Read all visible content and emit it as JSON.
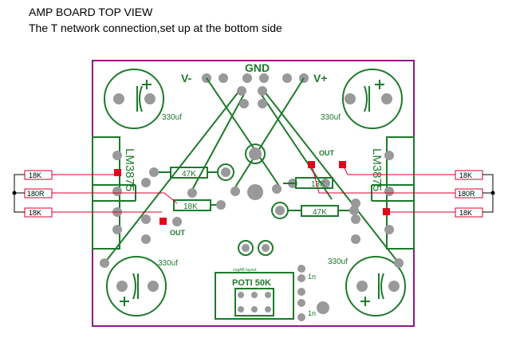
{
  "title": "AMP BOARD TOP VIEW",
  "subtitle": "The T network connection,set up at the bottom side",
  "board": {
    "outline_color": "#8c1a8c",
    "silk_color": "#1c7a2b",
    "pad_color": "#999999",
    "wire_color": "#d9002b",
    "labels": {
      "v_minus": "V-",
      "gnd": "GND",
      "v_plus": "V+",
      "cap_tl": "330uf",
      "cap_tr": "330uf",
      "cap_bl": "330uf",
      "cap_br": "330uf",
      "ic_left": "LM3875",
      "ic_right": "LM3875",
      "out_left": "OUT",
      "out_right": "OUT",
      "r_47k_left": "47K",
      "r_18k_left": "18K",
      "r_18k_right": "18K",
      "r_47k_right": "47K",
      "poti": "POTI 50K",
      "cap_1n_top": "1n",
      "cap_1n_bottom": "1n",
      "small": "cngAB layout"
    }
  },
  "t_network": {
    "left": [
      "18K",
      "180R",
      "18K"
    ],
    "right": [
      "18K",
      "180R",
      "18K"
    ]
  }
}
